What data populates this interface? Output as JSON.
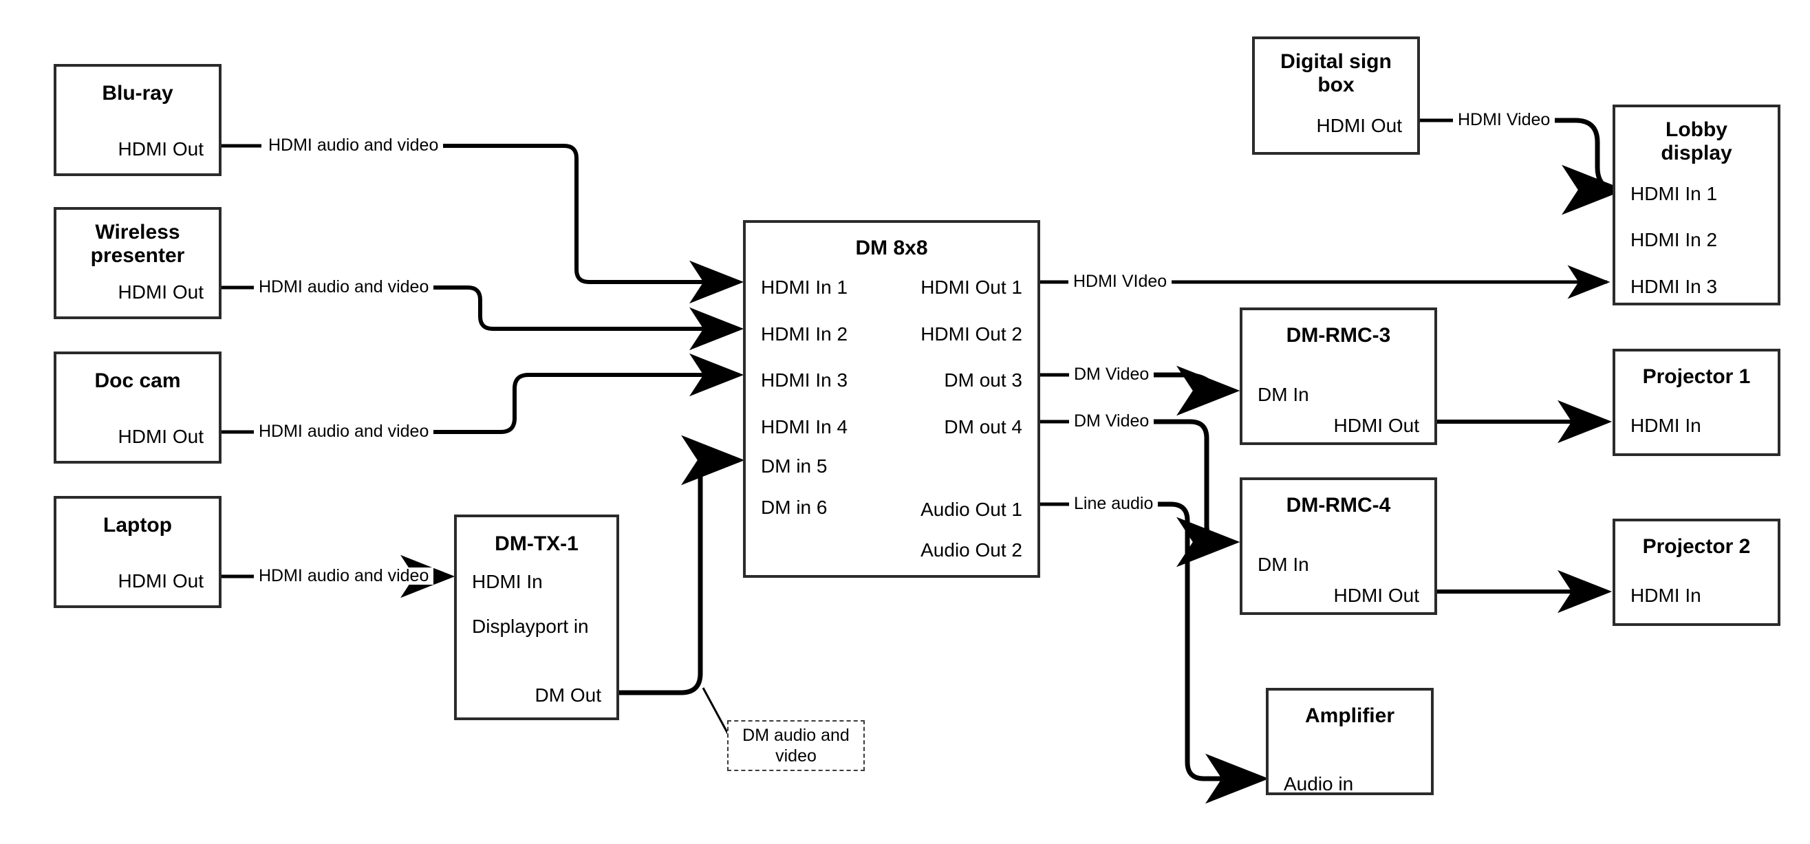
{
  "diagram": {
    "title": "AV signal flow diagram",
    "line_color": "#000000",
    "box_border_color": "#2b2b2b",
    "background": "#ffffff"
  },
  "nodes": {
    "bluray": {
      "title": "Blu-ray",
      "ports": {
        "out1": "HDMI Out"
      }
    },
    "wireless": {
      "title": "Wireless\npresenter",
      "title_line1": "Wireless",
      "title_line2": "presenter",
      "ports": {
        "out1": "HDMI Out"
      }
    },
    "doccam": {
      "title": "Doc cam",
      "ports": {
        "out1": "HDMI Out"
      }
    },
    "laptop": {
      "title": "Laptop",
      "ports": {
        "out1": "HDMI Out"
      }
    },
    "dmtx1": {
      "title": "DM-TX-1",
      "ports": {
        "in1": "HDMI In",
        "in2": "Displayport in",
        "out1": "DM Out"
      }
    },
    "dm8x8": {
      "title": "DM 8x8",
      "inputs": [
        "HDMI In 1",
        "HDMI In 2",
        "HDMI In 3",
        "HDMI In 4",
        "DM in 5",
        "DM in 6"
      ],
      "outputs": [
        "HDMI Out 1",
        "HDMI Out 2",
        "DM out 3",
        "DM out 4",
        "Audio Out 1",
        "Audio Out 2"
      ]
    },
    "digitalsign": {
      "title_line1": "Digital sign",
      "title_line2": "box",
      "ports": {
        "out1": "HDMI Out"
      }
    },
    "lobby": {
      "title_line1": "Lobby",
      "title_line2": "display",
      "inputs": [
        "HDMI In 1",
        "HDMI In 2",
        "HDMI In 3"
      ]
    },
    "rmc3": {
      "title": "DM-RMC-3",
      "ports": {
        "in1": "DM In",
        "out1": "HDMI Out"
      }
    },
    "rmc4": {
      "title": "DM-RMC-4",
      "ports": {
        "in1": "DM In",
        "out1": "HDMI Out"
      }
    },
    "proj1": {
      "title": "Projector 1",
      "ports": {
        "in1": "HDMI In"
      }
    },
    "proj2": {
      "title": "Projector 2",
      "ports": {
        "in1": "HDMI In"
      }
    },
    "amplifier": {
      "title": "Amplifier",
      "ports": {
        "in1": "Audio in"
      }
    }
  },
  "edge_labels": {
    "bluray_to_in1": "HDMI audio and video",
    "wireless_to_in2": "HDMI audio and video",
    "doccam_to_in3": "HDMI audio and video",
    "laptop_to_tx": "HDMI audio and video",
    "sign_to_lobby": "HDMI Video",
    "hdmiout1_to_lobby": "HDMI VIdeo",
    "dmout3_to_rmc3": "DM Video",
    "dmout4_to_rmc4": "DM Video",
    "audioout1_to_amp": "Line audio"
  },
  "callouts": {
    "dm_audio_video": {
      "line1": "DM audio and",
      "line2": "video"
    }
  }
}
